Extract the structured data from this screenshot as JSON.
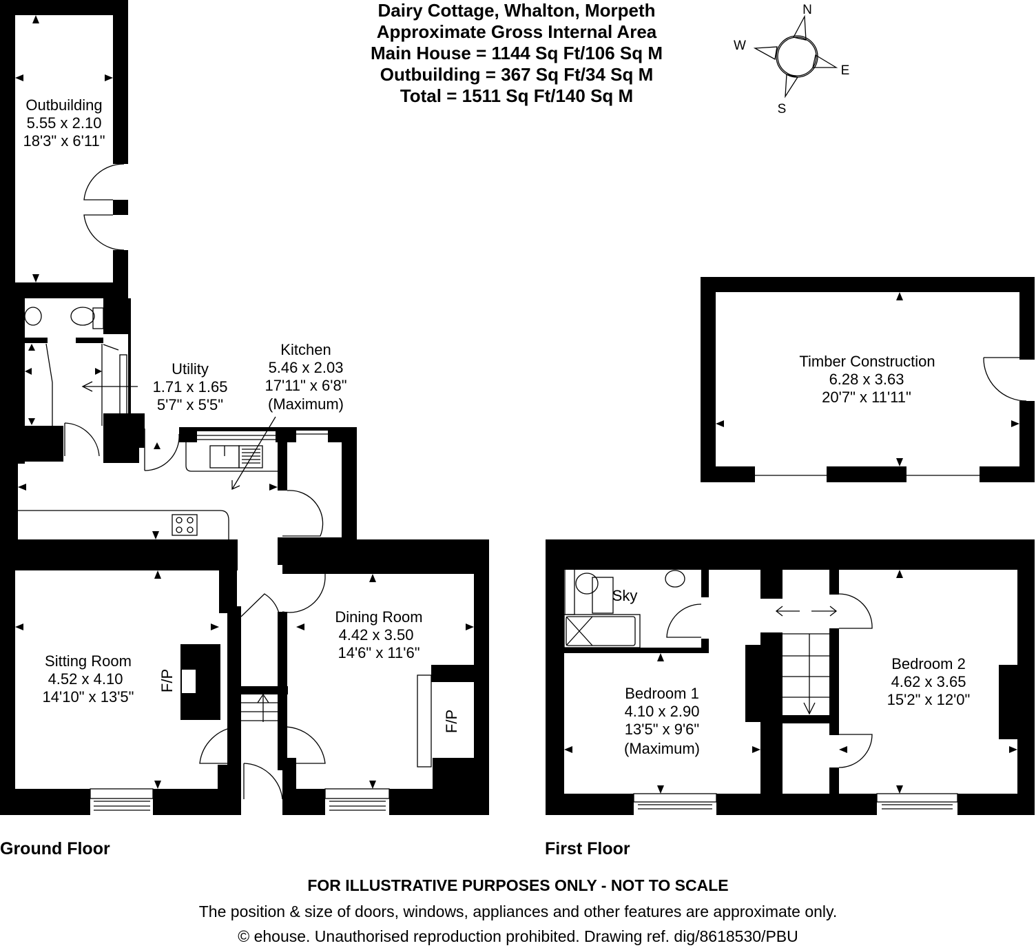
{
  "header": {
    "title": "Dairy Cottage, Whalton, Morpeth",
    "subtitle": "Approximate Gross Internal Area",
    "main_house": "Main House = 1144 Sq Ft/106 Sq M",
    "outbuilding": "Outbuilding = 367 Sq Ft/34 Sq M",
    "total": "Total = 1511 Sq Ft/140 Sq M"
  },
  "compass": {
    "n": "N",
    "e": "E",
    "s": "S",
    "w": "W"
  },
  "rooms": {
    "outbuilding": {
      "name": "Outbuilding",
      "metric": "5.55 x 2.10",
      "imperial": "18'3\" x 6'11\""
    },
    "utility": {
      "name": "Utility",
      "metric": "1.71 x 1.65",
      "imperial": "5'7\" x 5'5\""
    },
    "kitchen": {
      "name": "Kitchen",
      "metric": "5.46 x 2.03",
      "imperial": "17'11\" x 6'8\"",
      "note": "(Maximum)"
    },
    "sitting_room": {
      "name": "Sitting Room",
      "metric": "4.52 x 4.10",
      "imperial": "14'10\" x 13'5\"",
      "fireplace": "F/P"
    },
    "dining_room": {
      "name": "Dining Room",
      "metric": "4.42 x 3.50",
      "imperial": "14'6\" x 11'6\"",
      "fireplace": "F/P"
    },
    "timber_construction": {
      "name": "Timber Construction",
      "metric": "6.28 x 3.63",
      "imperial": "20'7\" x 11'11\""
    },
    "bedroom_1": {
      "name": "Bedroom 1",
      "metric": "4.10 x 2.90",
      "imperial": "13'5\" x 9'6\"",
      "note": "(Maximum)"
    },
    "bedroom_2": {
      "name": "Bedroom 2",
      "metric": "4.62 x 3.65",
      "imperial": "15'2\" x 12'0\""
    },
    "bathroom": {
      "skylight": "Sky"
    }
  },
  "floors": {
    "ground": "Ground Floor",
    "first": "First Floor"
  },
  "footer": {
    "disclaimer": "FOR ILLUSTRATIVE PURPOSES ONLY - NOT TO SCALE",
    "note": "The position & size of doors, windows, appliances and other features are approximate only.",
    "copyright": "© ehouse. Unauthorised reproduction prohibited. Drawing ref. dig/8618530/PBU"
  }
}
